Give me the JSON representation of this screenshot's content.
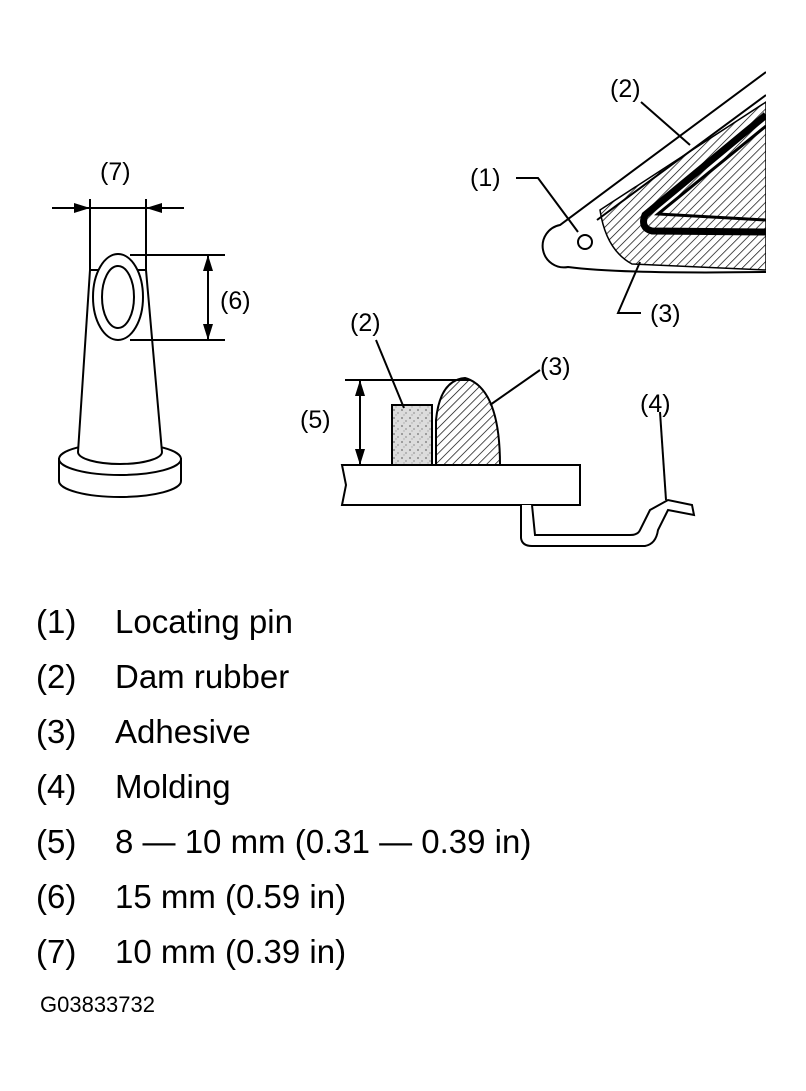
{
  "callouts": {
    "c1": "(1)",
    "c2_top": "(2)",
    "c2_section": "(2)",
    "c3_top": "(3)",
    "c3_section": "(3)",
    "c4": "(4)",
    "c5": "(5)",
    "c6": "(6)",
    "c7": "(7)"
  },
  "legend": [
    {
      "num": "(1)",
      "text": "Locating pin"
    },
    {
      "num": "(2)",
      "text": "Dam rubber"
    },
    {
      "num": "(3)",
      "text": "Adhesive"
    },
    {
      "num": "(4)",
      "text": "Molding"
    },
    {
      "num": "(5)",
      "text": "8 — 10 mm (0.31 — 0.39 in)"
    },
    {
      "num": "(6)",
      "text": "15 mm (0.59 in)"
    },
    {
      "num": "(7)",
      "text": "10 mm (0.39 in)"
    }
  ],
  "figure_code": "G03833732"
}
